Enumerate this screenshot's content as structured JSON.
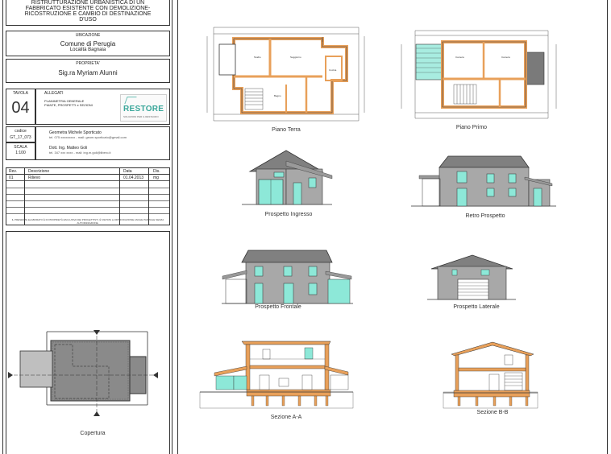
{
  "title": {
    "text": "RISTRUTTURAZIONE URBANISTICA DI UN FABBRICATO ESISTENTE CON DEMOLIZIONE-RICOSTRUZIONE E CAMBIO DI DESTINAZIONE D'USO",
    "lines": [
      "RISTRUTTURAZIONE URBANISTICA DI UN",
      "FABBRICATO ESISTENTE CON DEMOLIZIONE-",
      "RICOSTRUZIONE E CAMBIO DI DESTINAZIONE",
      "D'USO"
    ]
  },
  "location": {
    "label": "UBICAZIONE",
    "comune": "Comune di Perugia",
    "localita": "Località Bagnaia"
  },
  "owner": {
    "label": "PROPRIETA'",
    "name": "Sig.ra Myriam Alunni"
  },
  "sheet": {
    "tavola_label": "TAVOLA",
    "number": "04",
    "allegati_label": "ALLEGATI",
    "allegati_line1": "PLANIMETRIA GENERALE",
    "allegati_line2": "PIANTE, PROSPETTI e SEZIONI",
    "logo_text": "RESTORE",
    "logo_sub": "SOLUZIONI PER IL RESTAURO"
  },
  "codes": {
    "codice_label": "codice",
    "codice_value": "GT_17_073",
    "scala_label": "SCALA",
    "scala_value": "1:100"
  },
  "designers": {
    "line1": "Geometra Michele Sporticato",
    "line1_sub": "tel. 075 xxxxxxxxx - mail: geom.sporticato@gmail.com",
    "line2": "Dott. Ing. Matteo Goli",
    "line2_sub": "tel. 347 xxx xxxx - mail: ing.m.goli@libero.it"
  },
  "revision_table": {
    "headers": [
      "Rev.",
      "Descrizione",
      "Data",
      "Dis."
    ],
    "rows": [
      [
        "01",
        "Rilievo",
        "01.04.2013",
        "mg"
      ]
    ]
  },
  "footnote": "IL PRESENTE ELABORATO È DI PROPRIETÀ ESCLUSIVA DEI PROGETTISTI. È VIETATA LA RIPRODUZIONE ANCHE PARZIALE SENZA AUTORIZZAZIONE.",
  "captions": {
    "piano_terra": "Piano Terra",
    "piano_primo": "Piano Primo",
    "prospetto_ingresso": "Prospetto Ingresso",
    "retro_prospetto": "Retro Prospetto",
    "prospetto_frontale": "Prospetto Frontale",
    "prospetto_laterale": "Prospetto Laterale",
    "sezione_aa": "Sezione A-A",
    "sezione_bb": "Sezione B-B",
    "copertura": "Copertura"
  },
  "colors": {
    "wall_orange": "#e8a05a",
    "wall_orange_dark": "#c97a2e",
    "glass": "#8de8d8",
    "roof_grey": "#808080",
    "stone": "#a8a8a8",
    "line": "#333333"
  }
}
